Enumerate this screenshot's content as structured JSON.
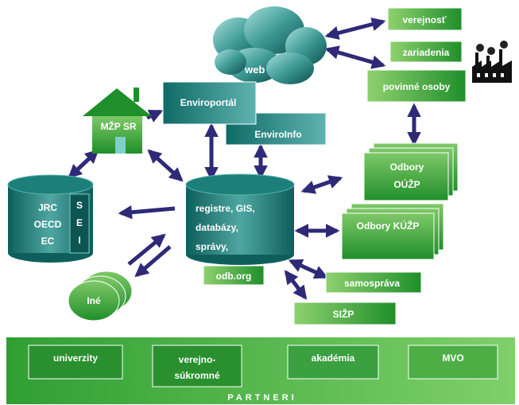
{
  "nodes": {
    "web": "web",
    "verejnost": "verejnosť",
    "zariadenia": "zariadenia",
    "povinne_osoby": "povinné osoby",
    "envirportal": "Enviroportál",
    "envirinfo": "EnviroInfo",
    "mzp": "MŽP SR",
    "eu_lines": [
      "JRC",
      "OECD",
      "EC"
    ],
    "sei_letters": [
      "S",
      "E",
      "I"
    ],
    "db_lines": [
      "registre, GIS,",
      "databázy,",
      "správy,"
    ],
    "odb_org": "odb.org",
    "odbory_ouzp_lines": [
      "Odbory",
      "OÚŽP"
    ],
    "odbory_kuzp": "Odbory KÚŽP",
    "samosprava": "samospráva",
    "sizp": "SIŽP",
    "ine": "Iné"
  },
  "partners": {
    "title": "PARTNERI",
    "items": [
      {
        "lines": [
          "univerzity"
        ]
      },
      {
        "lines": [
          "verejno-",
          "súkromné"
        ]
      },
      {
        "lines": [
          "akadémia"
        ]
      },
      {
        "lines": [
          "MVO"
        ]
      }
    ]
  },
  "colors": {
    "green_dark": "#1f8f2a",
    "green_light": "#8fd16f",
    "teal_dark": "#0f6a66",
    "teal_light": "#5fb3b0",
    "navy_arrow": "#2e2a78"
  }
}
